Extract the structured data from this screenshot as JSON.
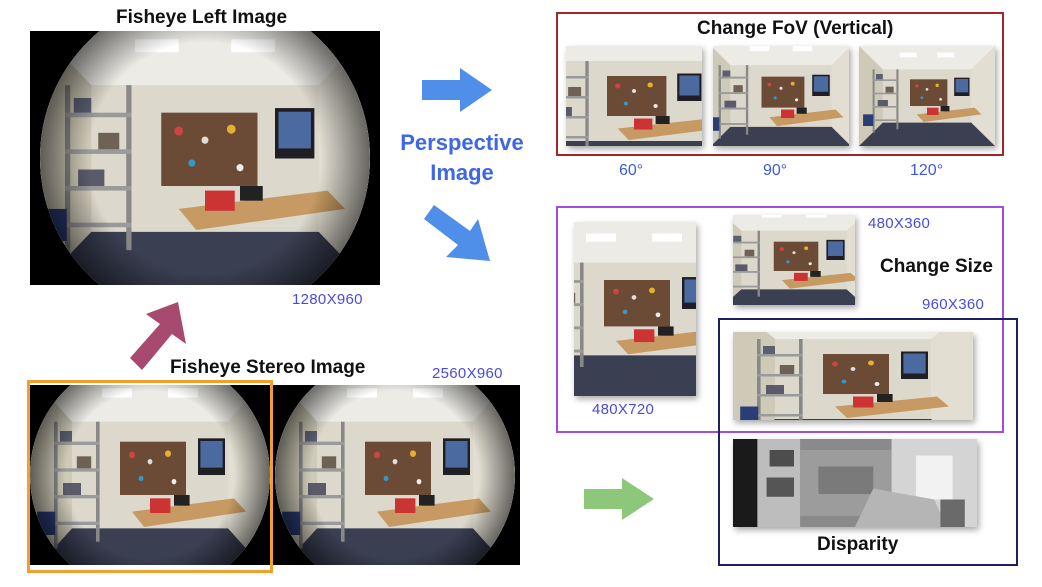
{
  "fisheye_left": {
    "title": "Fisheye Left Image",
    "size": "1280X960"
  },
  "fisheye_stereo": {
    "title": "Fisheye Stereo Image",
    "size": "2560X960"
  },
  "perspective": {
    "line1": "Perspective",
    "line2": "Image"
  },
  "fov": {
    "title": "Change FoV (Vertical)",
    "labels": [
      "60°",
      "90°",
      "120°"
    ]
  },
  "size_change": {
    "title": "Change Size",
    "tall": "480X720",
    "small": "480X360",
    "wide": "960X360"
  },
  "disparity": {
    "title": "Disparity"
  },
  "colors": {
    "fov_frame": "#a0262a",
    "size_frame": "#a24be0",
    "disparity_frame": "#1f1f66",
    "stereo_frame": "#f2a02d",
    "arrow_blue": "#4f8fea",
    "arrow_magenta": "#a8496f",
    "arrow_green": "#8cc77a"
  }
}
